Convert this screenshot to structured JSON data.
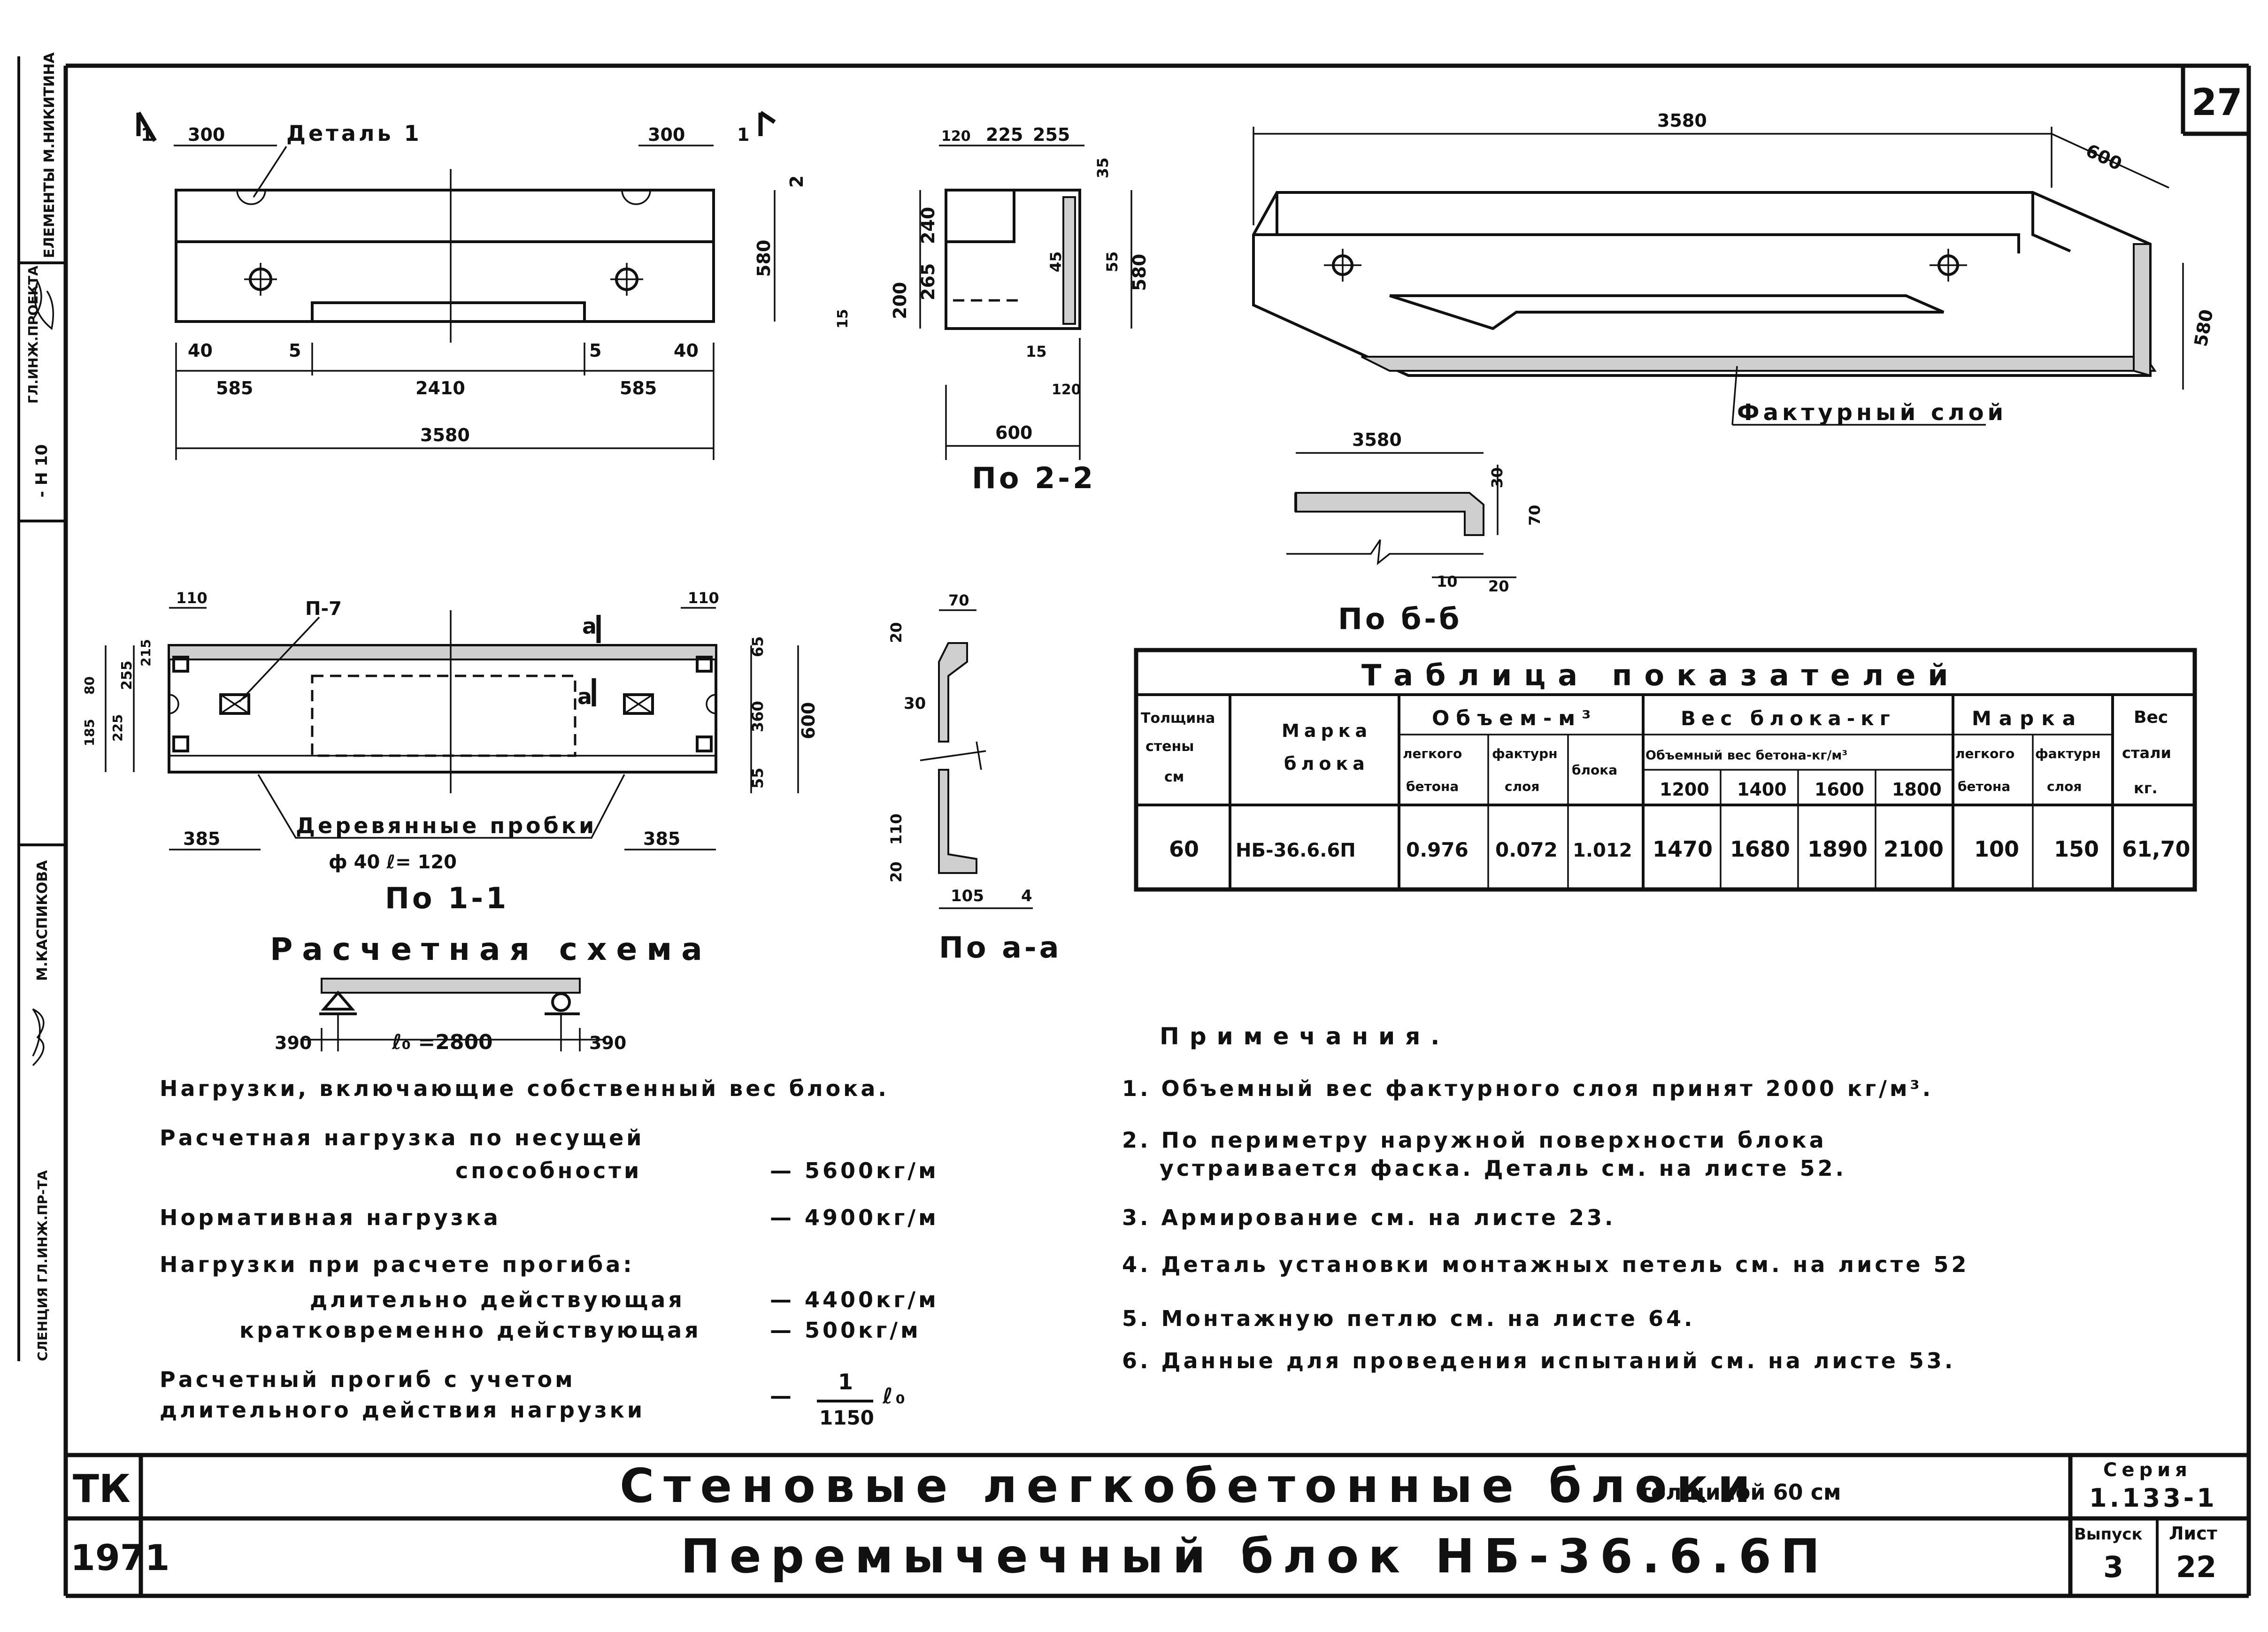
{
  "sheet_corner": "27",
  "stamps": {
    "top": "ЕЛЕМЕНТЫ  М.НИКИТИНА",
    "mid1": "ГЛ.ИНЖ.ПРОЕКТА",
    "mid2": "- Н 10",
    "mid3": "М.КАСПИКОВА",
    "bottom": "СЛЕНЦИЯ  ГЛ.ИНЖ.ПР-ТА"
  },
  "elevation": {
    "section_mark_left": "1",
    "section_mark_right": "1",
    "detail_label": "Деталь 1",
    "dim_300_left": "300",
    "dim_300_right": "300",
    "dim_2": "2",
    "dim_580": "580",
    "dim_40_left": "40",
    "dim_5_left": "5",
    "dim_5_right": "5",
    "dim_40_right": "40",
    "dim_585_left": "585",
    "dim_2410": "2410",
    "dim_585_right": "585",
    "dim_3580": "3580"
  },
  "section22": {
    "dim_120": "120",
    "dim_225": "225",
    "dim_255": "255",
    "dim_35": "35",
    "dim_240": "240",
    "dim_265": "265",
    "dim_200": "200",
    "dim_15a": "15",
    "dim_580": "580",
    "dim_15": "15",
    "dim_120b": "120",
    "dim_600": "600",
    "dim_55": "55",
    "dim_45": "45",
    "label": "По 2-2"
  },
  "iso": {
    "dim_3580": "3580",
    "dim_600": "600",
    "dim_580": "580",
    "facture_label": "Фактурный слой"
  },
  "section_bb": {
    "dim_3580": "3580",
    "dim_30": "30",
    "dim_70": "70",
    "dim_10": "10",
    "dim_20": "20",
    "label": "По б-б"
  },
  "plan": {
    "dim_110_left": "110",
    "dim_110_right": "110",
    "p7_label": "П-7",
    "a_mark_top": "а",
    "a_mark_mid": "а",
    "dim_215": "215",
    "dim_255": "255",
    "dim_185": "185",
    "dim_80": "80",
    "dim_225": "225",
    "dim_65": "65",
    "dim_360": "360",
    "dim_600": "600",
    "dim_55": "55",
    "plug_label": "Деревянные пробки",
    "plug_size": "ф 40  ℓ= 120",
    "dim_385_left": "385",
    "dim_385_right": "385",
    "label": "По 1-1"
  },
  "section_aa": {
    "dim_70": "70",
    "dim_20_top": "20",
    "dim_30": "30",
    "dim_110": "110",
    "dim_20_bot": "20",
    "dim_105": "105",
    "dim_4": "4",
    "label": "По а-а"
  },
  "scheme": {
    "title": "Расчетная схема",
    "dim_390_left": "390",
    "span": "ℓ₀ =2800",
    "dim_390_right": "390"
  },
  "loads": {
    "heading": "Нагрузки, включающие собственный вес блока.",
    "row1_a": "Расчетная нагрузка по несущей",
    "row1_b": "способности",
    "row1_val": "— 5600кг/м",
    "row2": "Нормативная нагрузка",
    "row2_val": "— 4900кг/м",
    "row3": "Нагрузки при расчете прогиба:",
    "row4": "длительно действующая",
    "row4_val": "— 4400кг/м",
    "row5": "кратковременно действующая",
    "row5_val": "— 500кг/м",
    "row6_a": "Расчетный прогиб с учетом",
    "row6_b": "длительного действия нагрузки",
    "row6_dash": "—",
    "frac_num": "1",
    "frac_den": "1150",
    "frac_tail": "ℓ₀"
  },
  "table": {
    "title": "Таблица   показателей",
    "h_thick": [
      "Толщина",
      "стены",
      "см"
    ],
    "h_mark": [
      "Марка",
      "блока"
    ],
    "h_volume": "Объем-м³",
    "h_vol_light": [
      "легкого",
      "бетона"
    ],
    "h_vol_fact": [
      "фактурн",
      "слоя"
    ],
    "h_vol_block": "блока",
    "h_weight": "Вес блока-кг",
    "h_weight_sub": "Объемный вес бетона-кг/м³",
    "h_weight_cols": [
      "1200",
      "1400",
      "1600",
      "1800"
    ],
    "h_grade": "Марка",
    "h_grade_light": [
      "легкого",
      "бетона"
    ],
    "h_grade_fact": [
      "фактурн",
      "слоя"
    ],
    "h_steel": [
      "Вес",
      "стали",
      "кг."
    ],
    "row": [
      "60",
      "НБ-36.6.6П",
      "0.976",
      "0.072",
      "1.012",
      "1470",
      "1680",
      "1890",
      "2100",
      "100",
      "150",
      "61,70"
    ]
  },
  "notes": {
    "heading": "Примечания.",
    "items": [
      "1. Объемный вес фактурного слоя принят 2000 кг/м³.",
      "2. По периметру наружной поверхности блока",
      "устраивается фаска. Деталь см. на листе 52.",
      "3. Армирование см. на листе 23.",
      "4. Деталь установки монтажных петель см. на листе 52",
      "5. Монтажную петлю см. на листе 64.",
      "6. Данные для проведения испытаний см. на листе 53."
    ]
  },
  "titleblock": {
    "org": "ТК",
    "year": "1971",
    "title1": "Стеновые легкобетонные блоки",
    "title1_small": "толщиной 60 см",
    "title2": "Перемычечный блок НБ-36.6.6П",
    "series_label": "Серия",
    "series_value": "1.133-1",
    "issue_label": "Выпуск",
    "issue_value": "3",
    "sheet_label": "Лист",
    "sheet_value": "22"
  }
}
